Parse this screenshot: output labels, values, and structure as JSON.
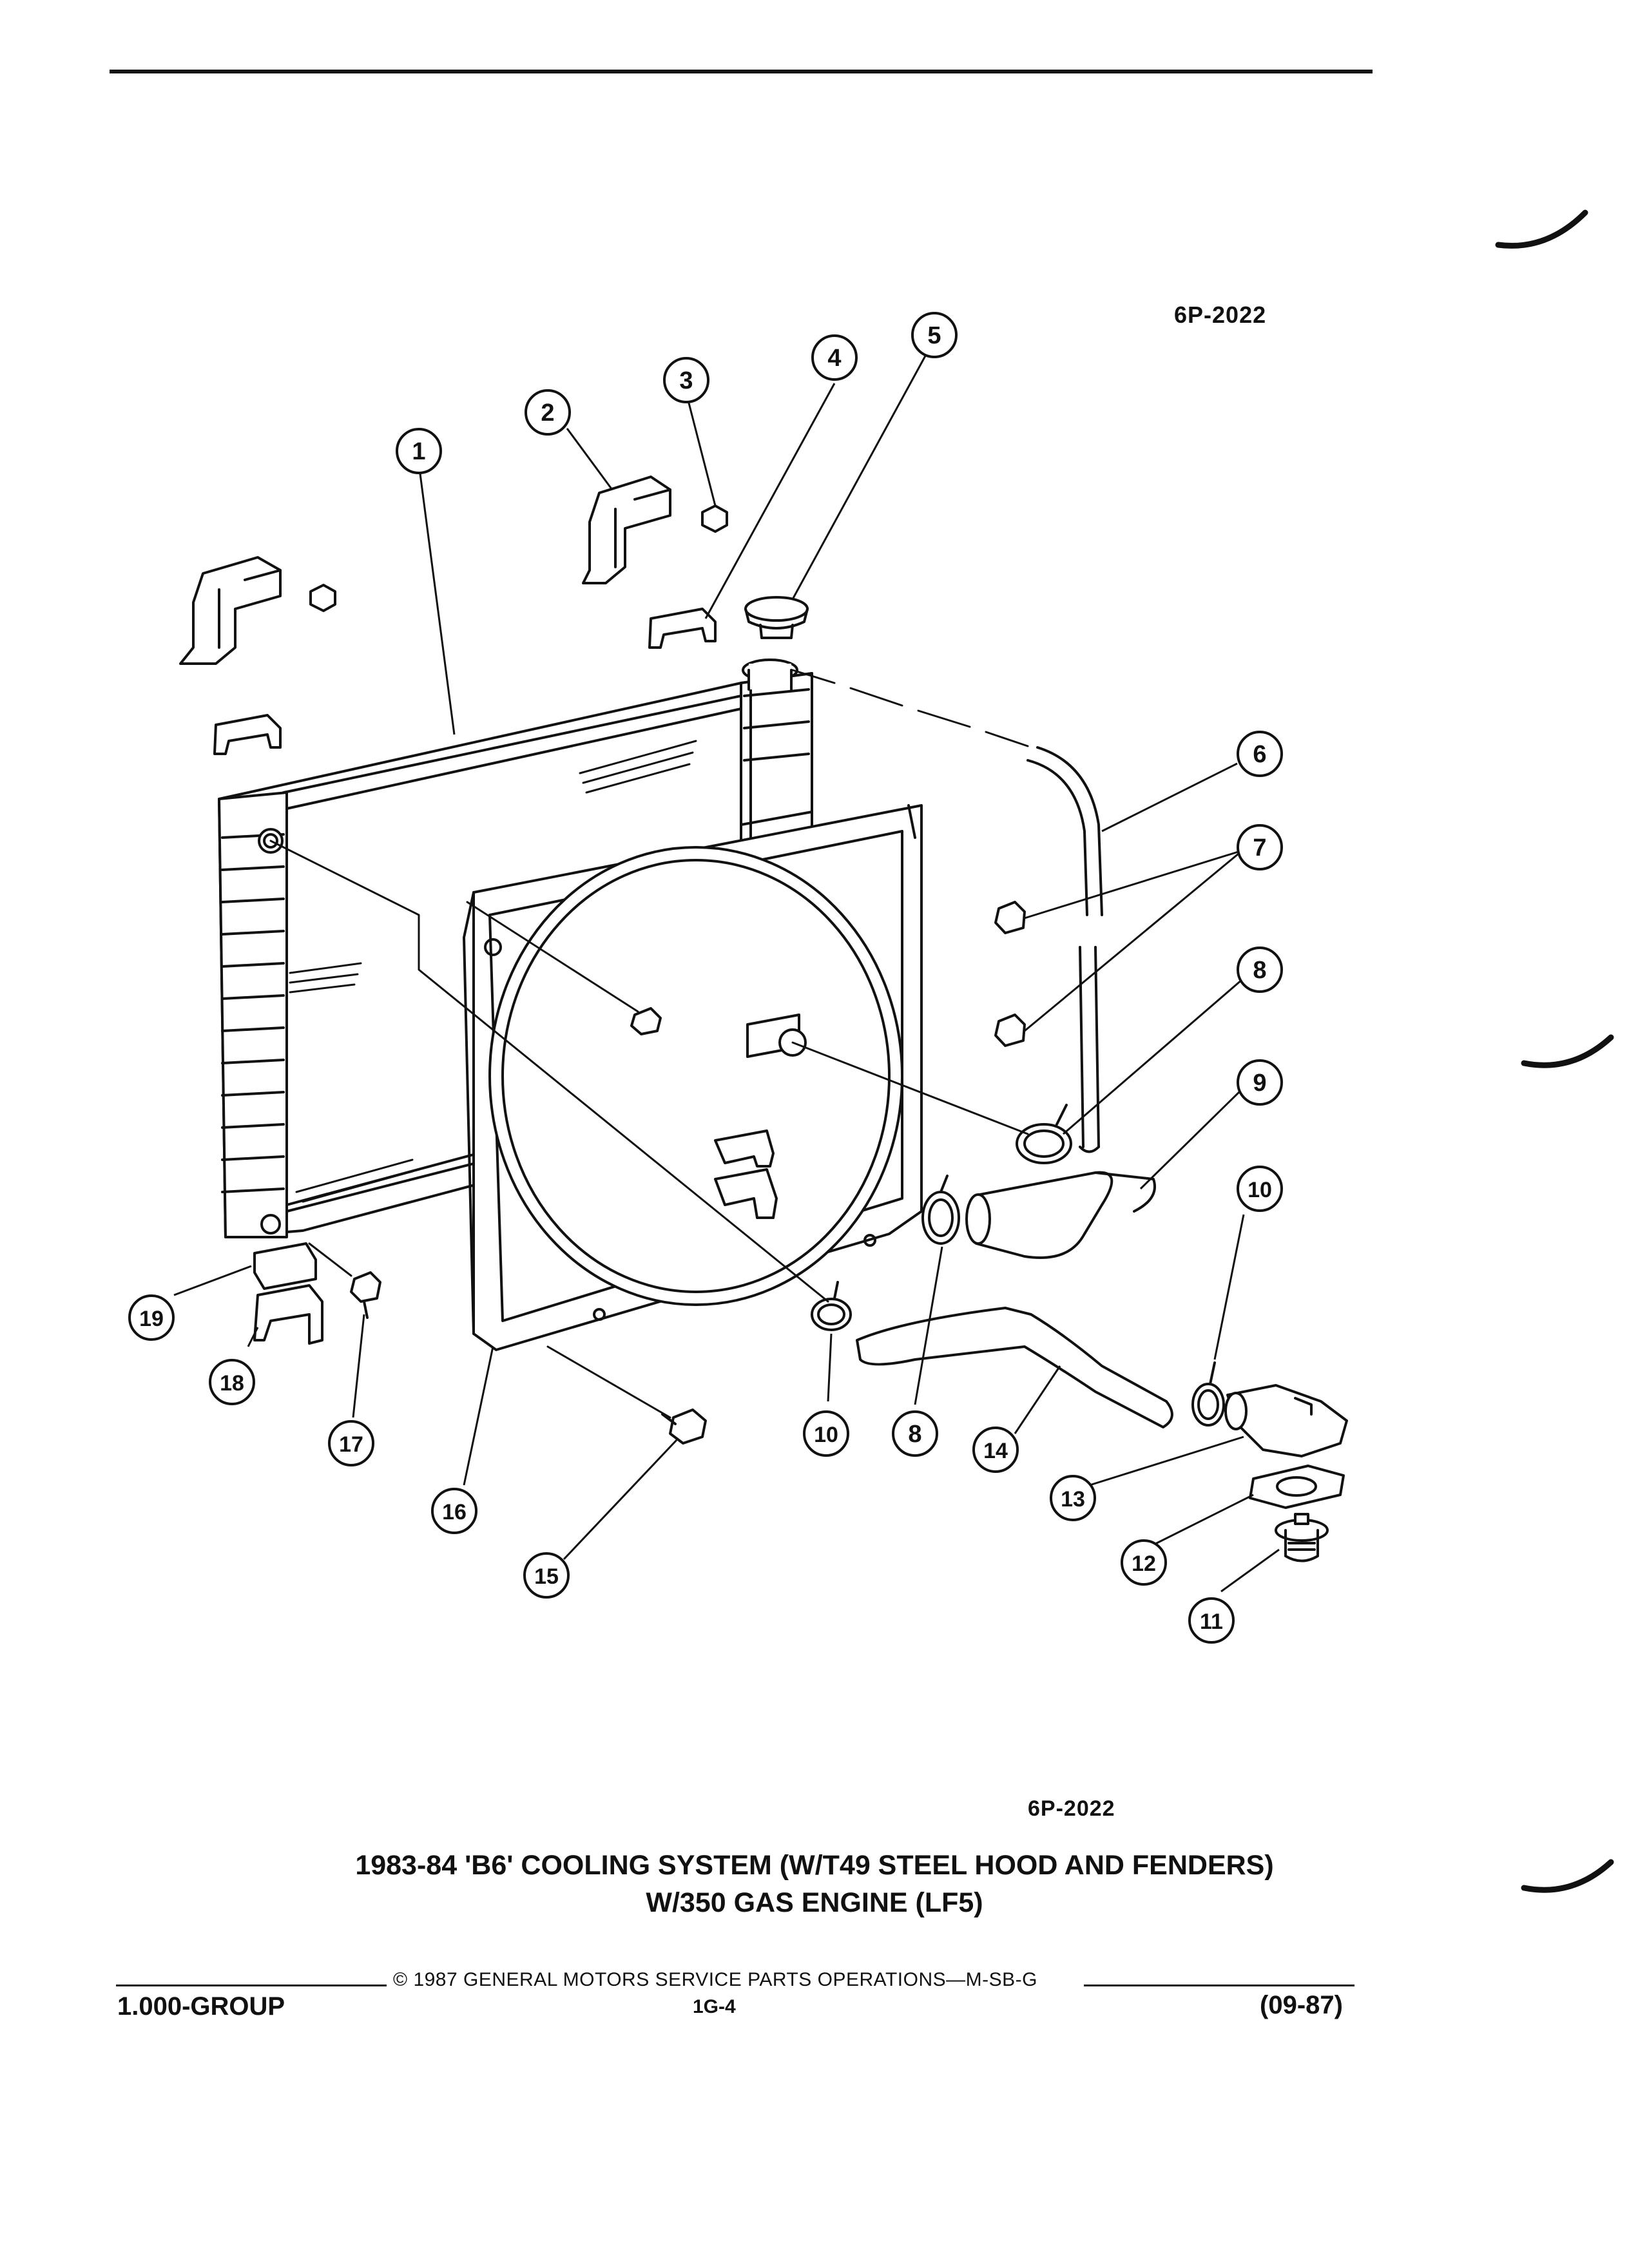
{
  "figure_id_top": "6P-2022",
  "figure_id_bottom": "6P-2022",
  "title": {
    "line1": "1983-84 'B6' COOLING SYSTEM (W/T49 STEEL HOOD AND FENDERS)",
    "line2": "W/350 GAS ENGINE (LF5)"
  },
  "footer": {
    "copyright": "© 1987 GENERAL MOTORS SERVICE PARTS OPERATIONS—M-SB-G",
    "group": "1.000-GROUP",
    "page": "1G-4",
    "date": "(09-87)"
  },
  "callouts": [
    "1",
    "2",
    "3",
    "4",
    "5",
    "6",
    "7",
    "8",
    "9",
    "10",
    "11",
    "12",
    "13",
    "14",
    "15",
    "16",
    "17",
    "18",
    "19",
    "10",
    "8"
  ]
}
